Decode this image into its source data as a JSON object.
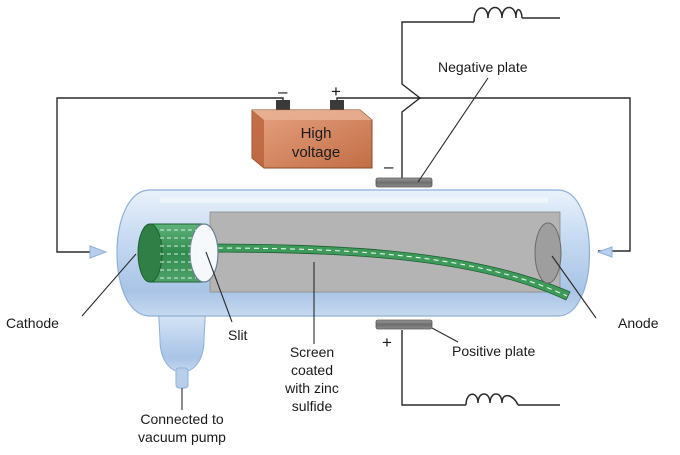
{
  "battery": {
    "label_line1": "High",
    "label_line2": "voltage",
    "minus_sign": "–",
    "plus_sign": "+"
  },
  "plates": {
    "negative_sign": "–",
    "positive_sign": "+"
  },
  "labels": {
    "negative_plate": "Negative plate",
    "positive_plate": "Positive plate",
    "cathode": "Cathode",
    "anode": "Anode",
    "slit": "Slit",
    "screen_line1": "Screen",
    "screen_line2": "coated",
    "screen_line3": "with zinc",
    "screen_line4": "sulfide",
    "pump_line1": "Connected to",
    "pump_line2": "vacuum pump"
  },
  "colors": {
    "tube_glass": "#c9dcf2",
    "screen": "#b4b4b4",
    "beam": "#3e9a5a",
    "battery": "#d98a62",
    "plate": "#7a7a7a"
  }
}
